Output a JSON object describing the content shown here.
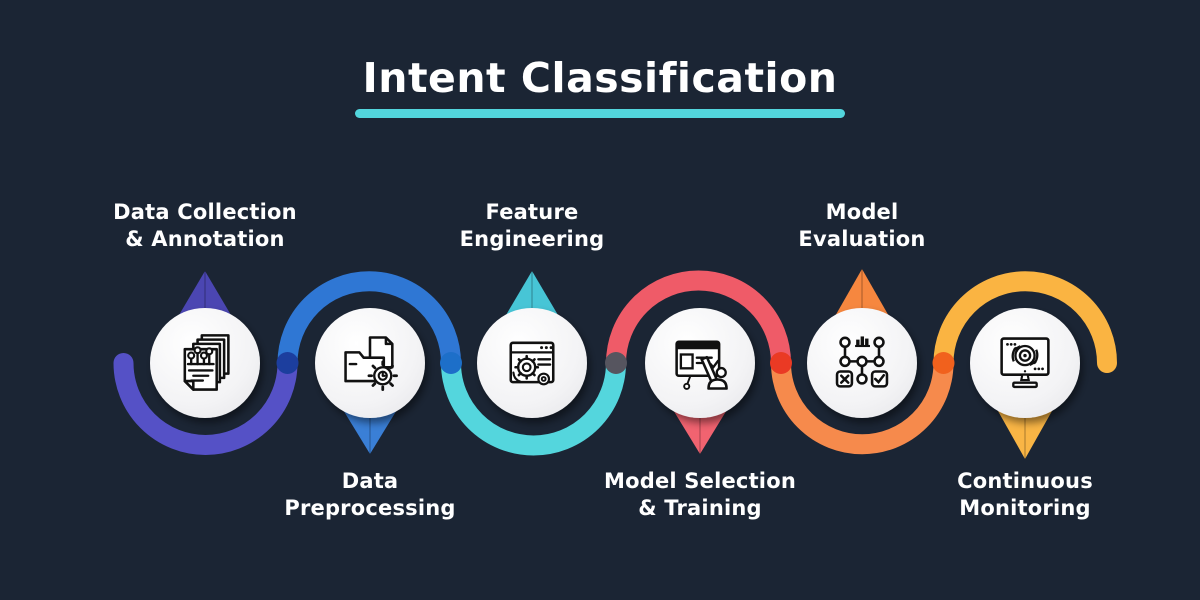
{
  "title": {
    "text": "Intent Classification",
    "underline_color": "#52d5dc"
  },
  "colors": {
    "background": "#1b2534",
    "circle_fill": "#f4f4f6",
    "icon_stroke": "#111111",
    "label_text": "#ffffff"
  },
  "steps": [
    {
      "label": [
        "Data Collection",
        "& Annotation"
      ],
      "label_position": "above",
      "icon": "documents-annotation-icon",
      "ribbon_color": "#5551c6",
      "arrow_color": "#4b46b2",
      "arrow_direction": "up"
    },
    {
      "label": [
        "Data",
        "Preprocessing"
      ],
      "label_position": "below",
      "icon": "folder-gear-icon",
      "ribbon_color": "#2f77d4",
      "arrow_color": "#3a7fd6",
      "arrow_direction": "down"
    },
    {
      "label": [
        "Feature",
        "Engineering"
      ],
      "label_position": "above",
      "icon": "window-gear-icon",
      "ribbon_color": "#54d6dd",
      "arrow_color": "#47c5d6",
      "arrow_direction": "up"
    },
    {
      "label": [
        "Model Selection",
        "& Training"
      ],
      "label_position": "below",
      "icon": "board-pointer-icon",
      "ribbon_color": "#ef5b68",
      "arrow_color": "#f16370",
      "arrow_direction": "down"
    },
    {
      "label": [
        "Model",
        "Evaluation"
      ],
      "label_position": "above",
      "icon": "flowchart-check-icon",
      "ribbon_color": "#f68a4c",
      "arrow_color": "#f6873f",
      "arrow_direction": "up"
    },
    {
      "label": [
        "Continuous",
        "Monitoring"
      ],
      "label_position": "below",
      "icon": "monitor-sync-icon",
      "ribbon_color": "#fab442",
      "arrow_color": "#f9b545",
      "arrow_direction": "down"
    }
  ],
  "junction_dots": [
    {
      "color": "#1c3e9e"
    },
    {
      "color": "#1d6fc9"
    },
    {
      "color": "#56555f"
    },
    {
      "color": "#ea3a24"
    },
    {
      "color": "#f1611d"
    }
  ]
}
